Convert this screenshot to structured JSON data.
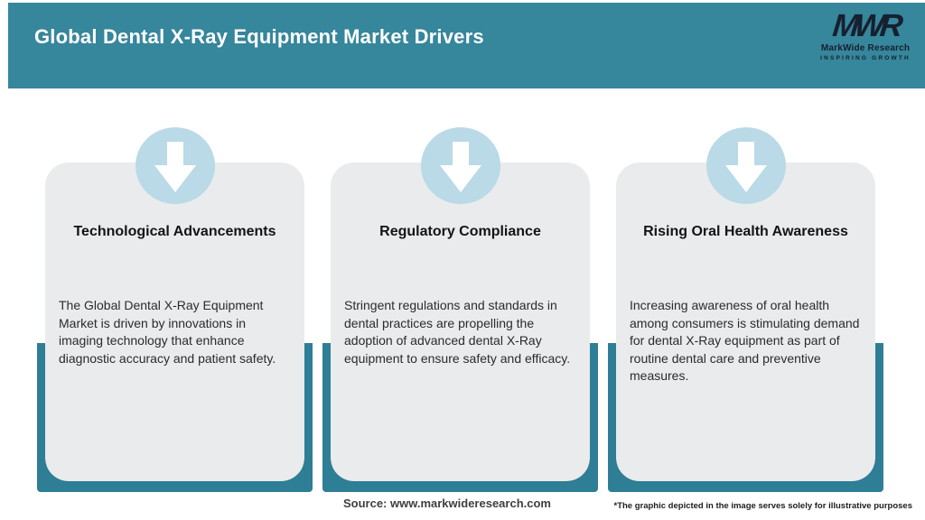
{
  "header": {
    "title": "Global Dental X-Ray Equipment Market Drivers",
    "logo": {
      "monogram": "MWR",
      "name": "MarkWide Research",
      "tagline": "INSPIRING GROWTH"
    }
  },
  "cards": [
    {
      "icon": "arrow-down-icon",
      "title": "Technological Advancements",
      "body": "The Global Dental X-Ray Equipment Market is driven by innovations in imaging technology that enhance diagnostic accuracy and patient safety."
    },
    {
      "icon": "arrow-down-icon",
      "title": "Regulatory Compliance",
      "body": "Stringent regulations and standards in dental practices are propelling the adoption of advanced dental X-Ray equipment to ensure safety and efficacy."
    },
    {
      "icon": "arrow-down-icon",
      "title": "Rising Oral Health Awareness",
      "body": "Increasing awareness of oral health among consumers is stimulating demand for dental X-Ray equipment as part of routine dental care and preventive measures."
    }
  ],
  "footer": {
    "source": "Source: www.markwideresearch.com",
    "disclaimer": "*The graphic depicted in the image serves solely for illustrative purposes"
  },
  "colors": {
    "header_teal": "#36869c",
    "backing_teal": "#2e7e95",
    "circle_blue": "#b9dae6",
    "card_gray": "#e9ebec",
    "logo_navy": "#16202e"
  }
}
